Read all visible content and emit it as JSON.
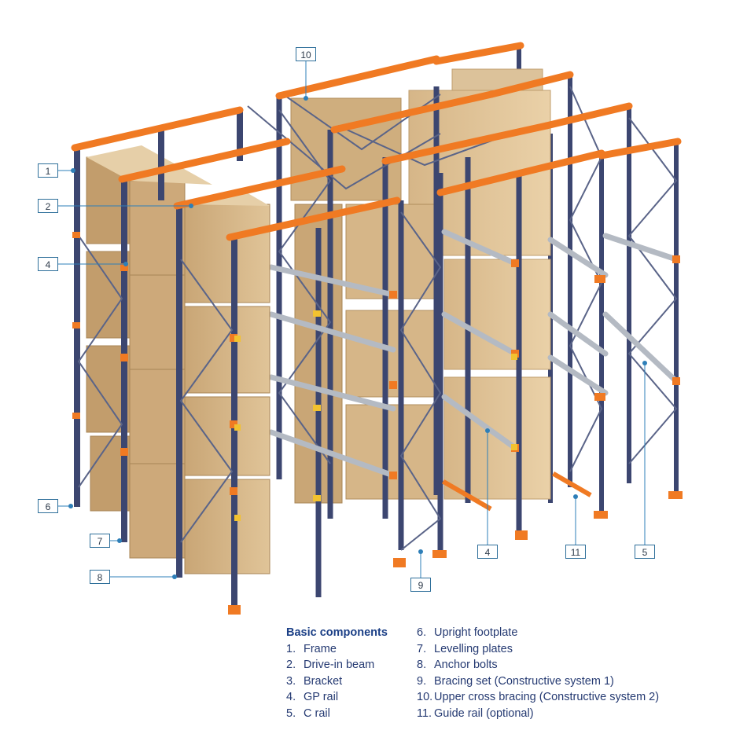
{
  "callouts": {
    "c1": "1",
    "c2": "2",
    "c4a": "4",
    "c6": "6",
    "c7": "7",
    "c8": "8",
    "c10": "10",
    "c9": "9",
    "c4b": "4",
    "c11": "11",
    "c5": "5"
  },
  "legend": {
    "title": "Basic components",
    "items": [
      {
        "num": "1.",
        "label": "Frame"
      },
      {
        "num": "2.",
        "label": "Drive-in beam"
      },
      {
        "num": "3.",
        "label": "Bracket"
      },
      {
        "num": "4.",
        "label": "GP rail"
      },
      {
        "num": "5.",
        "label": "C rail"
      },
      {
        "num": "6.",
        "label": "Upright footplate"
      },
      {
        "num": "7.",
        "label": "Levelling plates"
      },
      {
        "num": "8.",
        "label": "Anchor bolts"
      },
      {
        "num": "9.",
        "label": "Bracing set (Constructive system 1)"
      },
      {
        "num": "10.",
        "label": "Upper cross bracing (Constructive system 2)"
      },
      {
        "num": "11.",
        "label": "Guide rail (optional)"
      }
    ]
  },
  "colors": {
    "upright": "#3c4670",
    "beam": "#f07a23",
    "box": "#d9b98c",
    "box_dark": "#c29d6c",
    "rail": "#b9bec6",
    "callout_line": "#2e7fb8"
  }
}
